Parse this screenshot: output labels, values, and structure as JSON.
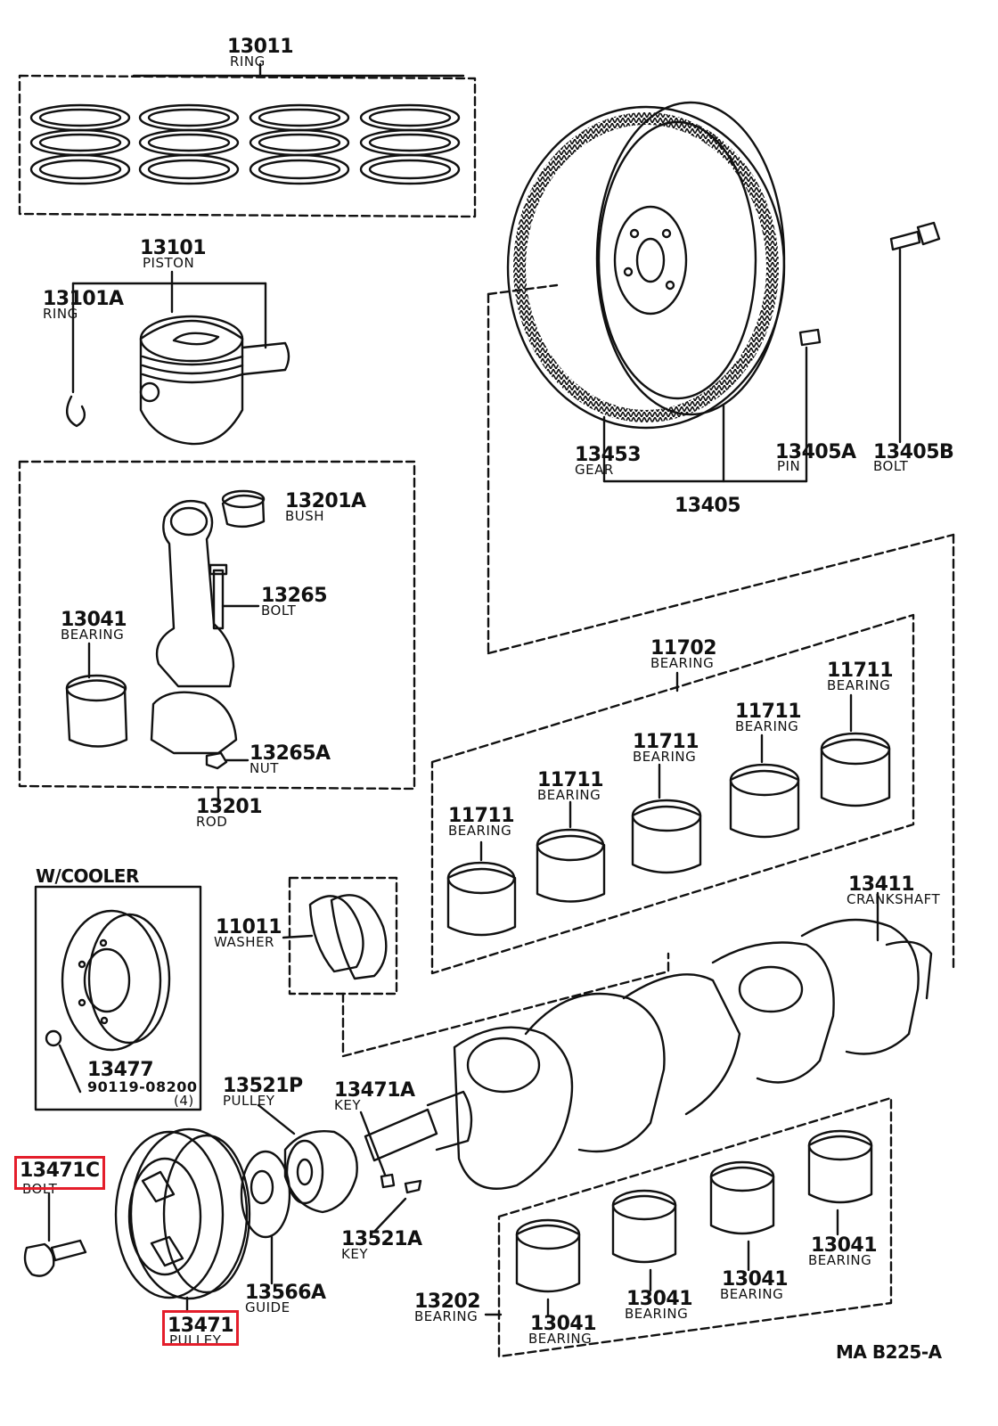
{
  "diagram_code": "MA  B225-A",
  "cooler_box_title": "W/COOLER",
  "highlight_color": "#e41e2b",
  "parts": {
    "ring_set": {
      "number": "13011",
      "name": "RING"
    },
    "piston": {
      "number": "13101",
      "name": "PISTON"
    },
    "piston_snap_ring": {
      "number": "13101A",
      "name": "RING"
    },
    "rod_bush": {
      "number": "13201A",
      "name": "BUSH"
    },
    "rod_bolt": {
      "number": "13265",
      "name": "BOLT"
    },
    "rod_bearing": {
      "number": "13041",
      "name": "BEARING"
    },
    "rod_nut": {
      "number": "13265A",
      "name": "NUT"
    },
    "rod": {
      "number": "13201",
      "name": "ROD"
    },
    "flywheel_gear": {
      "number": "13453",
      "name": "GEAR"
    },
    "flywheel_pin": {
      "number": "13405A",
      "name": "PIN"
    },
    "flywheel_bolt": {
      "number": "13405B",
      "name": "BOLT"
    },
    "flywheel": {
      "number": "13405"
    },
    "main_bearing_set": {
      "number": "11702",
      "name": "BEARING"
    },
    "main_bearing_1": {
      "number": "11711",
      "name": "BEARING"
    },
    "main_bearing_2": {
      "number": "11711",
      "name": "BEARING"
    },
    "main_bearing_3": {
      "number": "11711",
      "name": "BEARING"
    },
    "main_bearing_4": {
      "number": "11711",
      "name": "BEARING"
    },
    "main_bearing_5": {
      "number": "11711",
      "name": "BEARING"
    },
    "crankshaft": {
      "number": "13411",
      "name": "CRANKSHAFT"
    },
    "thrust_washer": {
      "number": "11011",
      "name": "WASHER"
    },
    "cooler_pulley": {
      "number": "13477"
    },
    "cooler_bolt": {
      "number": "90119-08200",
      "qty": "(4)"
    },
    "timing_pulley": {
      "number": "13521P",
      "name": "PULLEY"
    },
    "pulley_key": {
      "number": "13471A",
      "name": "KEY"
    },
    "timing_key": {
      "number": "13521A",
      "name": "KEY"
    },
    "pulley_bolt": {
      "number": "13471C",
      "name": "BOLT"
    },
    "guide": {
      "number": "13566A",
      "name": "GUIDE"
    },
    "crank_pulley": {
      "number": "13471",
      "name": "PULLEY"
    },
    "crank_bearing_set": {
      "number": "13202",
      "name": "BEARING"
    },
    "lower_bearing_1": {
      "number": "13041",
      "name": "BEARING"
    },
    "lower_bearing_2": {
      "number": "13041",
      "name": "BEARING"
    },
    "lower_bearing_3": {
      "number": "13041",
      "name": "BEARING"
    },
    "lower_bearing_4": {
      "number": "13041",
      "name": "BEARING"
    }
  }
}
